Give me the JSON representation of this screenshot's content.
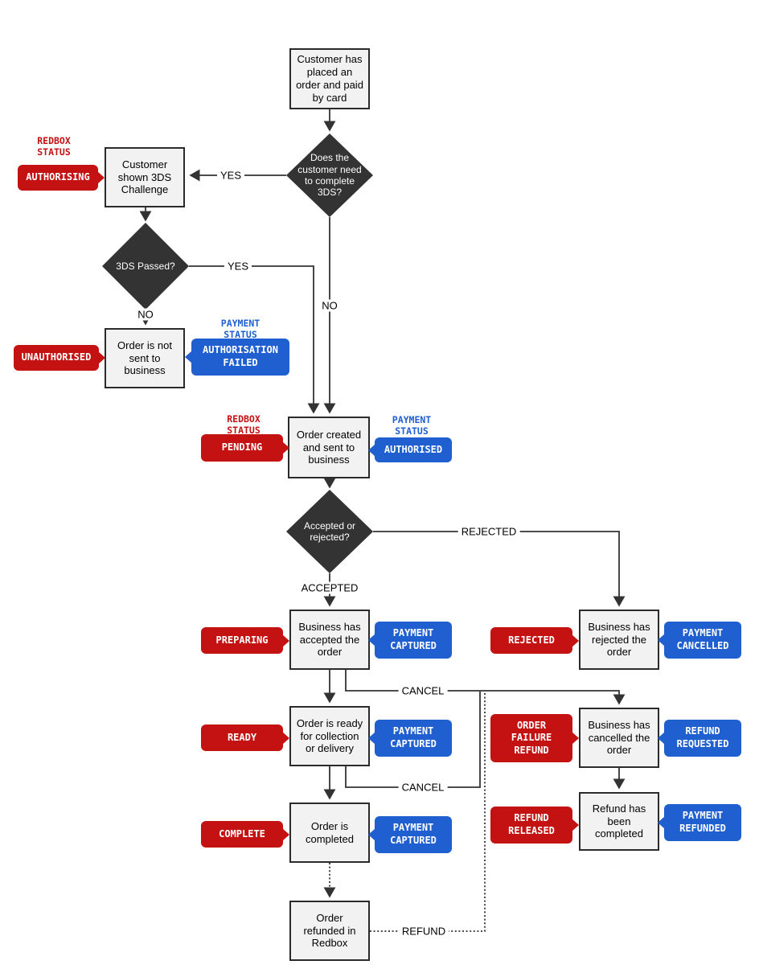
{
  "title": "Redbox order and payment status flowchart",
  "colors": {
    "redbox_status_red": "#c41111",
    "payment_status_blue": "#1f5fd0",
    "node_fill": "#f2f2f2",
    "node_border": "#2b2b2b",
    "decision_fill": "#333333",
    "connector": "#333333"
  },
  "status_headers": {
    "redbox": "REDBOX\nSTATUS",
    "payment": "PAYMENT\nSTATUS"
  },
  "nodes": {
    "start": "Customer has placed an order and paid by card",
    "decision_3ds_needed": "Does the customer need to complete 3DS?",
    "shown_3ds": "Customer shown 3DS Challenge",
    "decision_3ds_passed": "3DS Passed?",
    "not_sent": "Order is not sent to business",
    "order_created": "Order created and sent to business",
    "decision_accept": "Accepted or rejected?",
    "accepted": "Business has accepted the order",
    "rejected": "Business has rejected the order",
    "ready": "Order is ready for collection or delivery",
    "cancelled": "Business has cancelled the order",
    "completed": "Order is completed",
    "refund_done": "Refund has been completed",
    "refunded_redbox": "Order refunded in Redbox"
  },
  "badges": {
    "authorising": "AUTHORISING",
    "unauthorised": "UNAUTHORISED",
    "authorisation_failed": "AUTHORISATION FAILED",
    "pending": "PENDING",
    "authorised": "AUTHORISED",
    "preparing": "PREPARING",
    "payment_captured": "PAYMENT CAPTURED",
    "rejected": "REJECTED",
    "payment_cancelled": "PAYMENT CANCELLED",
    "ready": "READY",
    "order_failure_refund": "ORDER FAILURE REFUND",
    "refund_requested": "REFUND REQUESTED",
    "complete": "COMPLETE",
    "refund_released": "REFUND RELEASED",
    "payment_refunded": "PAYMENT REFUNDED"
  },
  "edge_labels": {
    "yes_3ds": "YES",
    "yes_passed": "YES",
    "no_3ds": "NO",
    "no_passed": "NO",
    "accepted": "ACCEPTED",
    "rejected": "REJECTED",
    "cancel_1": "CANCEL",
    "cancel_2": "CANCEL",
    "refund": "REFUND"
  }
}
